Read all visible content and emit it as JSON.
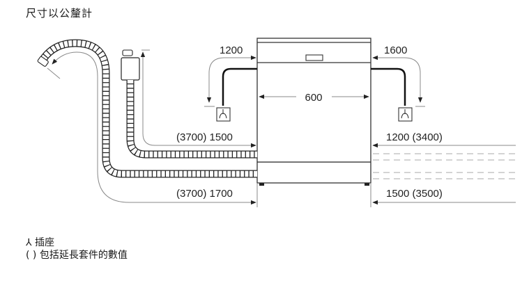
{
  "title": "尺寸以公釐計",
  "diagram": {
    "subject": "dishwasher installation dimensions",
    "appliance_width": "600",
    "top_left_hose_dim": "1200",
    "top_right_hose_dim": "1600",
    "left_water_hose_dim": "(3700) 1500",
    "left_drain_hose_dim": "(3700) 1700",
    "right_water_hose_dim": "1200 (3400)",
    "right_drain_hose_dim": "1500 (3500)"
  },
  "legend": {
    "socket_symbol": "⅄",
    "socket_label": "插座",
    "paren_symbol": "( )",
    "paren_label": "包括延長套件的數值"
  },
  "colors": {
    "line": "#222222",
    "dim_line": "#888888",
    "background": "#ffffff"
  }
}
